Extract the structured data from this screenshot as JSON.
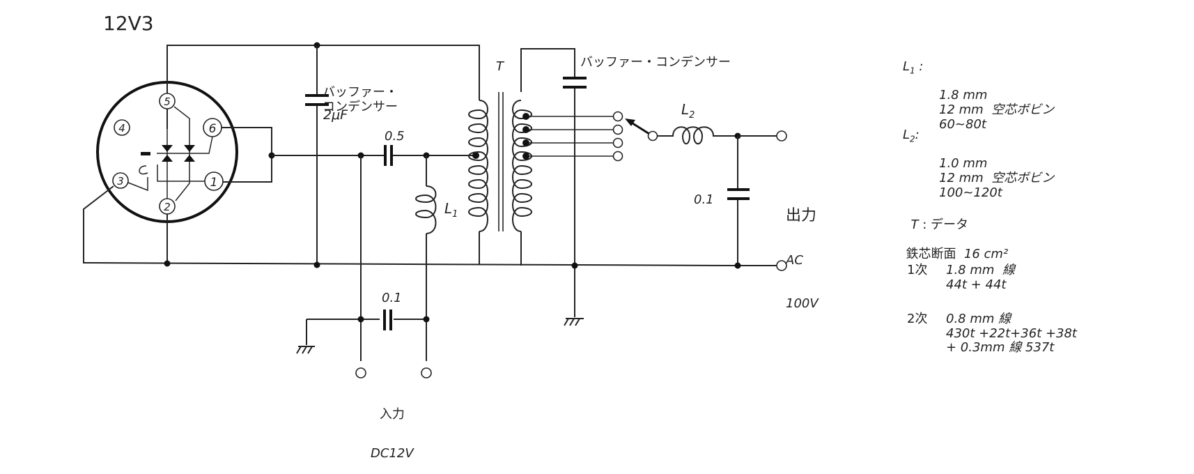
{
  "tube": {
    "name": "12V3",
    "pins": [
      "1",
      "2",
      "3",
      "4",
      "5",
      "6"
    ]
  },
  "labels": {
    "buffer_cap_1": [
      "バッファー・",
      "コンデンサー"
    ],
    "buffer_cap_1_value": "2μF",
    "buffer_cap_2": "バッファー・コンデンサー",
    "coupling_cap": "0.5",
    "input_cap": "0.1",
    "output_cap": "0.1",
    "transformer": "T",
    "l1": "L",
    "l1_sub": "1",
    "l2": "L",
    "l2_sub": "2",
    "output": [
      "出力",
      "AC",
      "100V"
    ],
    "input": [
      "入力",
      "DC12V"
    ]
  },
  "specs": {
    "l1": {
      "name": "L",
      "sub": "1",
      "sep": ":",
      "lines": [
        "1.8 mm",
        "12 mm  空芯ボビン",
        "60~80t"
      ]
    },
    "l2": {
      "name": "L",
      "sub": "2",
      "sep": ":",
      "lines": [
        "1.0 mm",
        "12 mm  空芯ボビン",
        "100~120t"
      ]
    },
    "t": {
      "name": "T",
      "sep": ":",
      "title": "データ"
    },
    "core": {
      "label": "鉄芯断面",
      "value": "16 cm²"
    },
    "primary": {
      "label": "1次",
      "lines": [
        "1.8 mm  線",
        "44t + 44t"
      ]
    },
    "secondary": {
      "label": "2次",
      "lines": [
        "0.8 mm 線",
        "430t +22t+36t +38t",
        "+ 0.3mm 線 537t"
      ]
    }
  }
}
